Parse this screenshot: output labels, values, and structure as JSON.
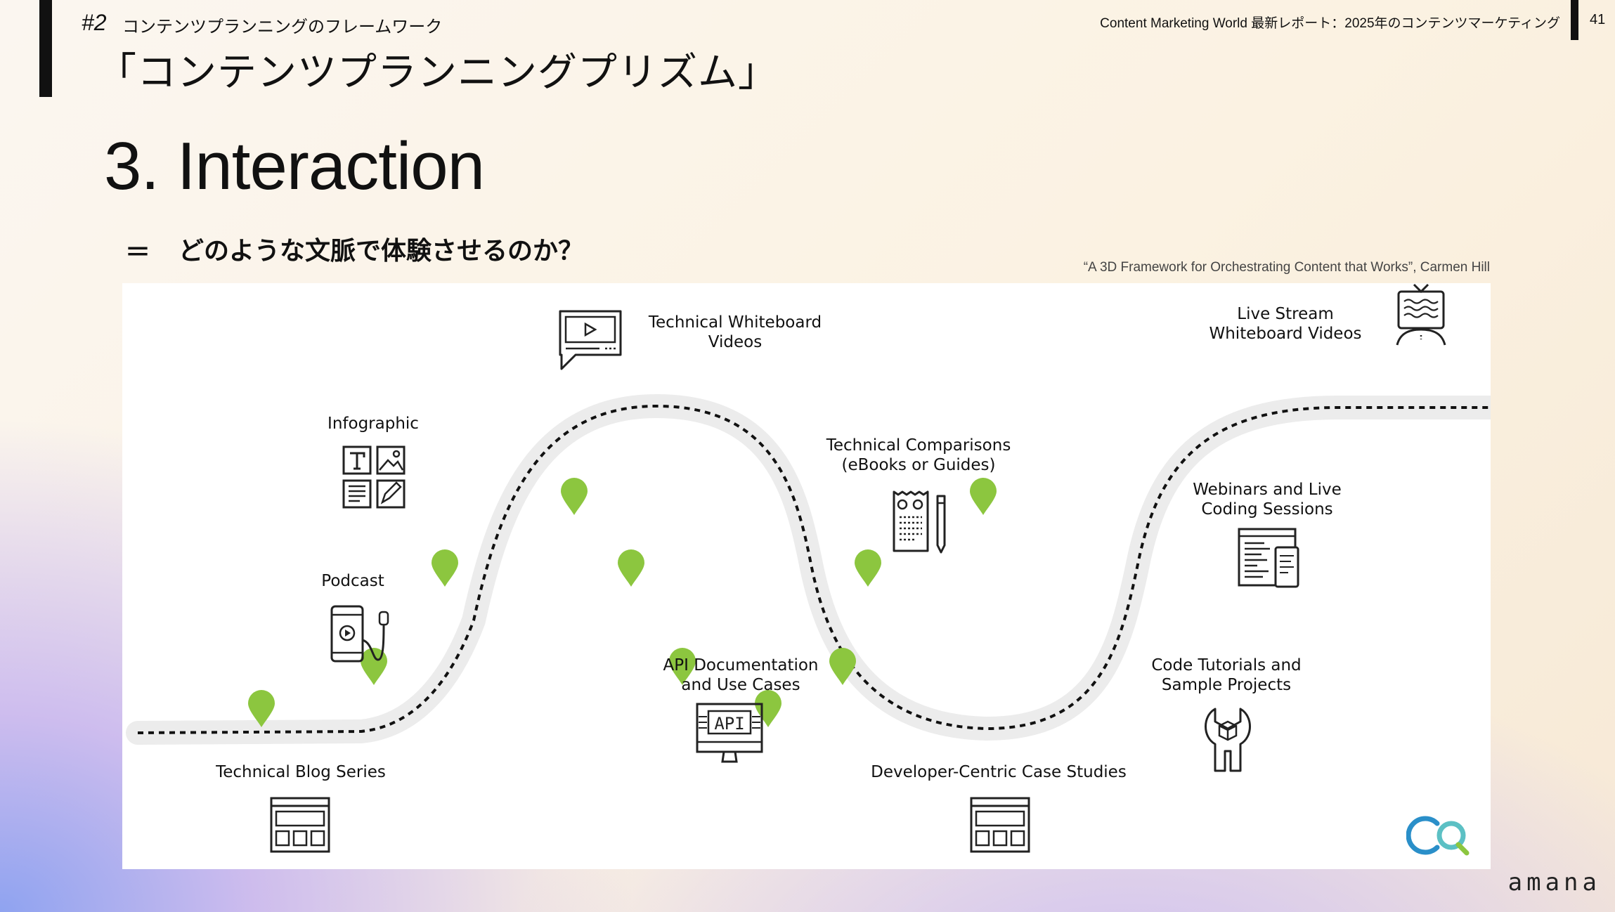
{
  "header": {
    "section_number": "#2",
    "section_label": "コンテンツプランニングのフレームワーク",
    "page_heading": "「コンテンツプランニングプリズム」",
    "source_title": "Content Marketing World 最新レポート：2025年のコンテンツマーケティング",
    "page_number": "41"
  },
  "main": {
    "title": "3. Interaction",
    "equals_sign": "＝",
    "question": "どのような文脈で体験させるのか？",
    "citation": "“A 3D Framework for Orchestrating Content that Works”, Carmen Hill"
  },
  "diagram": {
    "pin_color": "#8cc63f",
    "stages": [
      {
        "label": "Technical Blog Series",
        "icon": "browser-window-icon"
      },
      {
        "label": "Podcast",
        "icon": "phone-earphones-icon"
      },
      {
        "label": "Infographic",
        "icon": "infographic-grid-icon"
      },
      {
        "label": "Technical Whiteboard\nVideos",
        "icon": "video-play-bubble-icon"
      },
      {
        "label": "API Documentation\nand Use Cases",
        "icon": "api-monitor-icon"
      },
      {
        "label": "Technical Comparisons\n(eBooks or Guides)",
        "icon": "checklist-pencil-icon"
      },
      {
        "label": "Developer-Centric Case Studies",
        "icon": "browser-window-icon"
      },
      {
        "label": "Code Tutorials and\nSample Projects",
        "icon": "wrench-cube-icon"
      },
      {
        "label": "Webinars and Live\nCoding Sessions",
        "icon": "code-screens-icon"
      },
      {
        "label": "Live Stream\nWhiteboard Videos",
        "icon": "tv-presenter-icon"
      }
    ]
  },
  "footer": {
    "brand": "amana"
  }
}
